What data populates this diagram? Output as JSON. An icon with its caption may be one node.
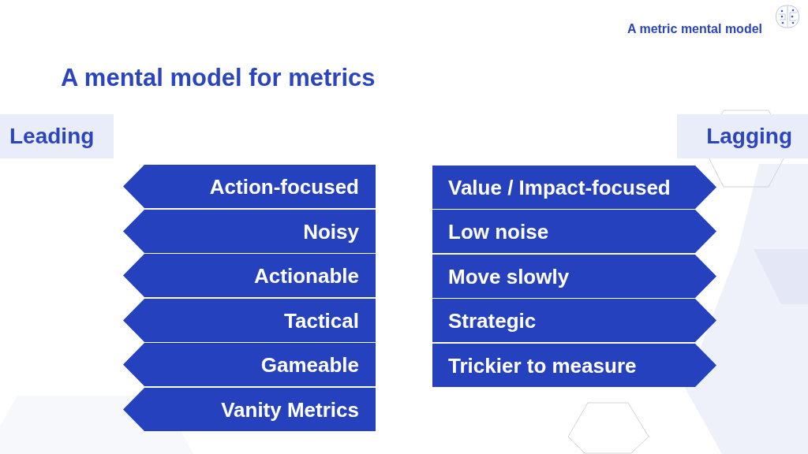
{
  "diagram": {
    "title": "A mental model for metrics",
    "nodes": [
      {
        "text": [
          "Leading"
        ]
      },
      {
        "text": [
          "Lagging"
        ]
      },
      {
        "text": [
          "Action-focused"
        ]
      },
      {
        "text": [
          "Noisy"
        ]
      },
      {
        "text": [
          "Actionable"
        ]
      },
      {
        "text": [
          "Tactical"
        ]
      },
      {
        "text": [
          "Gameable"
        ]
      },
      {
        "text": [
          "Vanity Metrics"
        ]
      },
      {
        "text": [
          "Value / Impact-focused"
        ]
      },
      {
        "text": [
          "Low noise"
        ]
      },
      {
        "text": [
          "Move slowly"
        ]
      },
      {
        "text": [
          "Strategic"
        ]
      },
      {
        "text": [
          "Trickier to measure"
        ]
      }
    ],
    "labels": [
      "A metric mental model"
    ]
  }
}
